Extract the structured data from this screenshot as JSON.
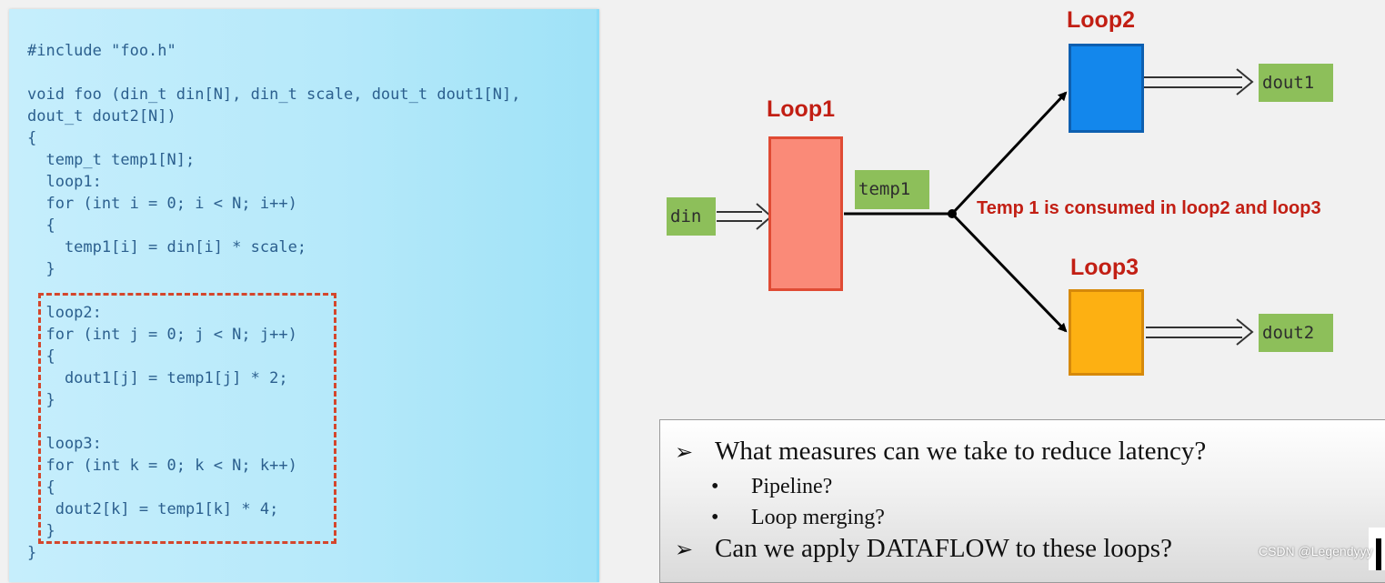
{
  "code": {
    "lines": [
      "#include \"foo.h\"",
      "",
      "void foo (din_t din[N], din_t scale, dout_t dout1[N],",
      "dout_t dout2[N])",
      "{",
      "  temp_t temp1[N];",
      "  loop1:",
      "  for (int i = 0; i < N; i++)",
      "  {",
      "    temp1[i] = din[i] * scale;",
      "  }",
      "",
      "  loop2:",
      "  for (int j = 0; j < N; j++)",
      "  {",
      "    dout1[j] = temp1[j] * 2;",
      "  }",
      "",
      "  loop3:",
      "  for (int k = 0; k < N; k++)",
      "  {",
      "   dout2[k] = temp1[k] * 4;",
      "  }",
      "}"
    ]
  },
  "diagram": {
    "loop1_title": "Loop1",
    "loop2_title": "Loop2",
    "loop3_title": "Loop3",
    "din_label": "din",
    "temp1_label": "temp1",
    "dout1_label": "dout1",
    "dout2_label": "dout2",
    "annotation": "Temp 1 is consumed in loop2 and loop3",
    "colors": {
      "loop1": "#fa8a78",
      "loop2": "#1387ec",
      "loop3": "#fdb012",
      "label_green": "#8dbf5a",
      "title_red": "#c21f14"
    }
  },
  "bullets": {
    "q1": "What measures can we take to reduce latency?",
    "q1_subs": [
      "Pipeline?",
      "Loop merging?"
    ],
    "q2": "Can we apply DATAFLOW to these loops?",
    "arrow_mark": "➢",
    "sub_mark": "•"
  },
  "watermark": "CSDN @Legendyyy"
}
